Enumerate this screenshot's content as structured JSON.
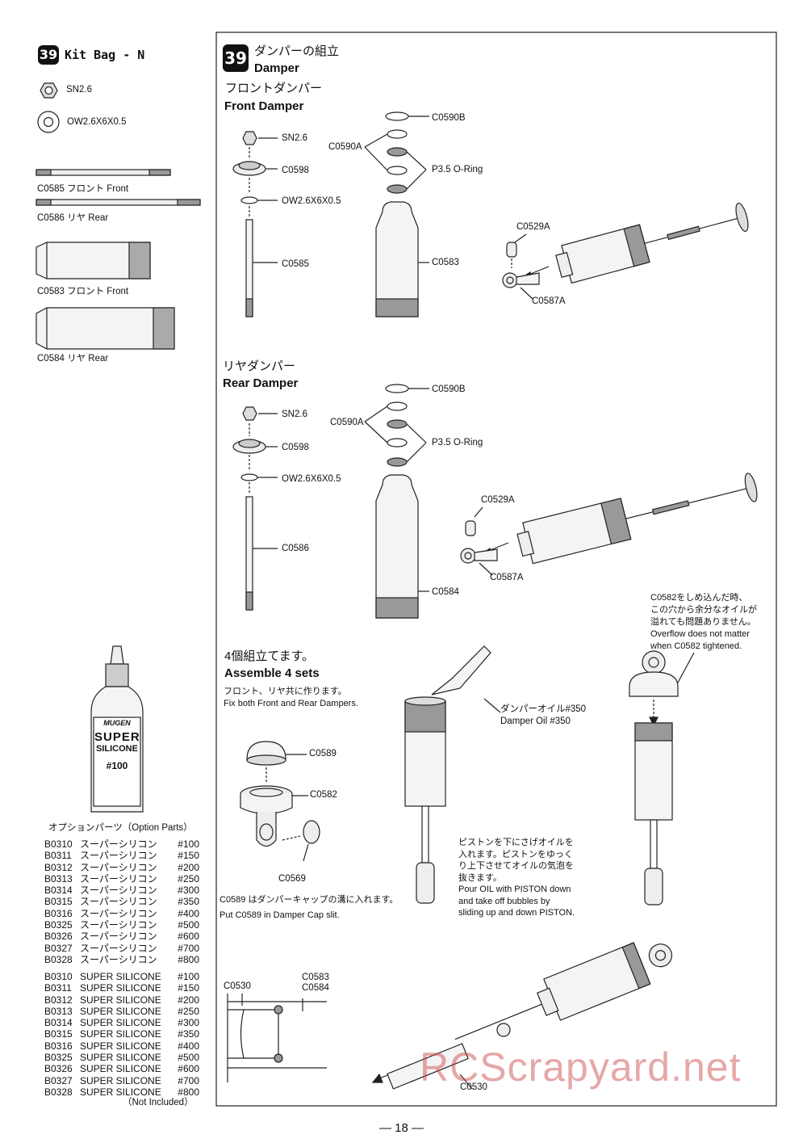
{
  "kit_bag": {
    "step": "39",
    "title": "Kit Bag - N",
    "hardware": [
      {
        "icon": "nut-icon",
        "label": "SN2.6"
      },
      {
        "icon": "washer-icon",
        "label": "OW2.6X6X0.5"
      }
    ],
    "parts": [
      {
        "label": "C0585 フロント Front"
      },
      {
        "label": "C0586 リヤ Rear"
      },
      {
        "label": "C0583 フロント Front"
      },
      {
        "label": "C0584 リヤ Rear"
      }
    ]
  },
  "bottle": {
    "brand": "MUGEN",
    "line1": "SUPER",
    "line2": "SILICONE",
    "grade": "#100"
  },
  "options": {
    "heading": "オプションパーツ（Option Parts）",
    "jp_rows": [
      [
        "B0310",
        "スーパーシリコン",
        "#100"
      ],
      [
        "B0311",
        "スーパーシリコン",
        "#150"
      ],
      [
        "B0312",
        "スーパーシリコン",
        "#200"
      ],
      [
        "B0313",
        "スーパーシリコン",
        "#250"
      ],
      [
        "B0314",
        "スーパーシリコン",
        "#300"
      ],
      [
        "B0315",
        "スーパーシリコン",
        "#350"
      ],
      [
        "B0316",
        "スーパーシリコン",
        "#400"
      ],
      [
        "B0325",
        "スーパーシリコン",
        "#500"
      ],
      [
        "B0326",
        "スーパーシリコン",
        "#600"
      ],
      [
        "B0327",
        "スーパーシリコン",
        "#700"
      ],
      [
        "B0328",
        "スーパーシリコン",
        "#800"
      ]
    ],
    "en_rows": [
      [
        "B0310",
        "SUPER SILICONE",
        "#100"
      ],
      [
        "B0311",
        "SUPER SILICONE",
        "#150"
      ],
      [
        "B0312",
        "SUPER SILICONE",
        "#200"
      ],
      [
        "B0313",
        "SUPER SILICONE",
        "#250"
      ],
      [
        "B0314",
        "SUPER SILICONE",
        "#300"
      ],
      [
        "B0315",
        "SUPER SILICONE",
        "#350"
      ],
      [
        "B0316",
        "SUPER SILICONE",
        "#400"
      ],
      [
        "B0325",
        "SUPER SILICONE",
        "#500"
      ],
      [
        "B0326",
        "SUPER SILICONE",
        "#600"
      ],
      [
        "B0327",
        "SUPER SILICONE",
        "#700"
      ],
      [
        "B0328",
        "SUPER SILICONE",
        "#800"
      ]
    ],
    "note": "（Not Included）"
  },
  "main": {
    "step": "39",
    "title_jp": "ダンパーの組立",
    "title_en": "Damper",
    "front": {
      "heading_jp": "フロントダンパー",
      "heading_en": "Front Damper",
      "labels": {
        "sn": "SN2.6",
        "c0598": "C0598",
        "ow": "OW2.6X6X0.5",
        "shaft": "C0585",
        "c0590b": "C0590B",
        "c0590a": "C0590A",
        "oring": "P3.5 O-Ring",
        "body": "C0583",
        "c0529a": "C0529A",
        "c0587a": "C0587A"
      }
    },
    "rear": {
      "heading_jp": "リヤダンパー",
      "heading_en": "Rear Damper",
      "labels": {
        "sn": "SN2.6",
        "c0598": "C0598",
        "ow": "OW2.6X6X0.5",
        "shaft": "C0586",
        "c0590b": "C0590B",
        "c0590a": "C0590A",
        "oring": "P3.5 O-Ring",
        "body": "C0584",
        "c0529a": "C0529A",
        "c0587a": "C0587A"
      }
    },
    "overflow_note": {
      "jp1": "C0582をしめ込んだ時、",
      "jp2": "この穴から余分なオイルが",
      "jp3": "溢れても問題ありません。",
      "en1": "Overflow does not matter",
      "en2": "when C0582 tightened."
    },
    "assemble": {
      "heading_jp": "4個組立てます。",
      "heading_en": "Assemble 4 sets",
      "sub_jp": "フロント、リヤ共に作ります。",
      "sub_en": "Fix both Front and Rear Dampers.",
      "c0589": "C0589",
      "c0582": "C0582",
      "c0569": "C0569",
      "cap_jp": "C0589 はダンパーキャップの溝に入れます。",
      "cap_en": "Put C0589 in Damper Cap slit.",
      "oil_jp": "ダンパーオイル#350",
      "oil_en": "Damper Oil #350",
      "piston_jp1": "ピストンを下にさげオイルを",
      "piston_jp2": "入れます。ピストンをゆっく",
      "piston_jp3": "り上下させてオイルの気泡を",
      "piston_jp4": "抜きます。",
      "piston_en1": "Pour OIL with PISTON down",
      "piston_en2": "and take off bubbles by",
      "piston_en3": "sliding up and down PISTON."
    },
    "detail": {
      "c0530_a": "C0530",
      "c0583": "C0583",
      "c0584": "C0584",
      "c0530_b": "C0530"
    }
  },
  "watermark": "RCScrapyard.net",
  "page_number": "— 18 —"
}
